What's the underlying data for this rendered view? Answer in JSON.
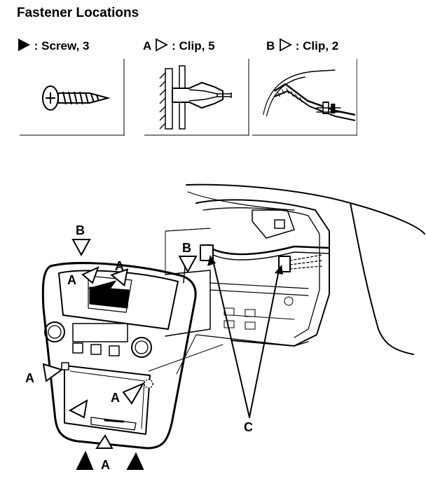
{
  "title": "Fastener Locations",
  "legend": [
    {
      "letter": "",
      "icon": "solid-triangle-icon",
      "text": ": Screw, 3"
    },
    {
      "letter": "A",
      "icon": "outline-triangle-icon",
      "text": ": Clip, 5"
    },
    {
      "letter": "B",
      "icon": "outline-triangle-icon",
      "text": ": Clip, 2"
    }
  ],
  "callouts": {
    "a": "A",
    "b": "B",
    "c": "C"
  }
}
